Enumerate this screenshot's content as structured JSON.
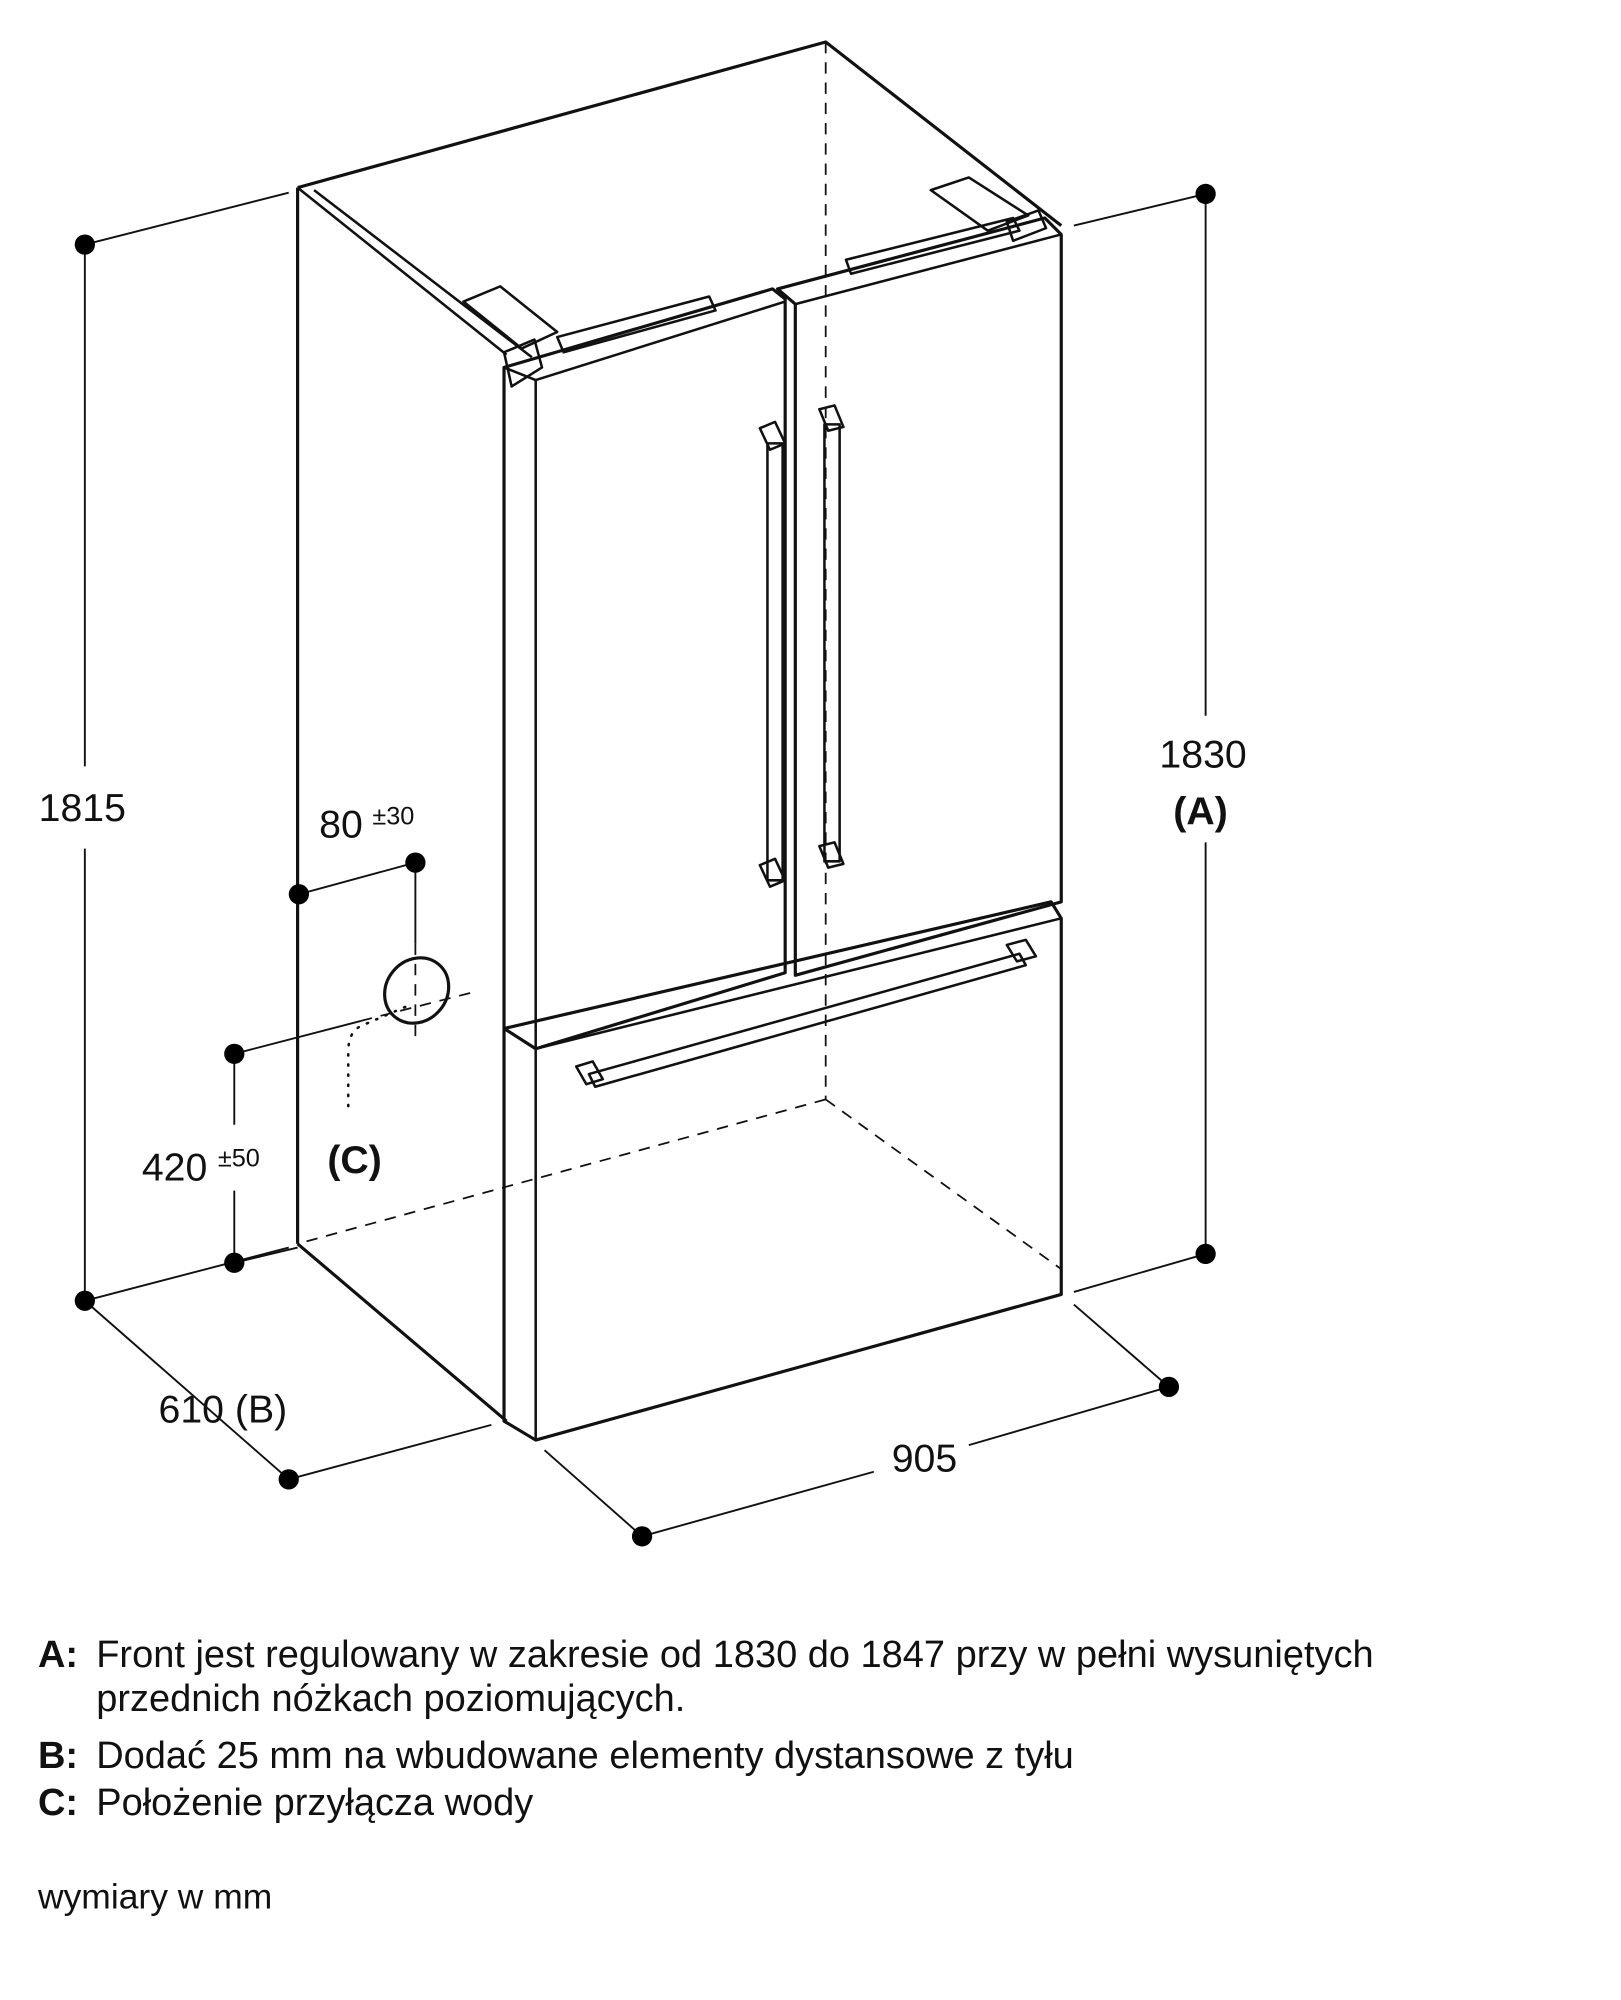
{
  "dimensions": {
    "height_left": "1815",
    "height_right": "1830",
    "height_right_ref": "(A)",
    "depth": "610 (B)",
    "width": "905",
    "water_offset": "80",
    "water_offset_tol": "±30",
    "water_height": "420",
    "water_height_tol": "±50",
    "water_ref": "(C)"
  },
  "notes": [
    {
      "key": "A:",
      "lines": [
        "Front jest regulowany w zakresie od 1830 do 1847 przy w pełni wysuniętych",
        "przednich nóżkach poziomujących."
      ]
    },
    {
      "key": "B:",
      "lines": [
        "Dodać 25 mm na wbudowane elementy dystansowe z tyłu"
      ]
    },
    {
      "key": "C:",
      "lines": [
        "Położenie przyłącza wody"
      ]
    }
  ],
  "units_note": "wymiary w mm"
}
